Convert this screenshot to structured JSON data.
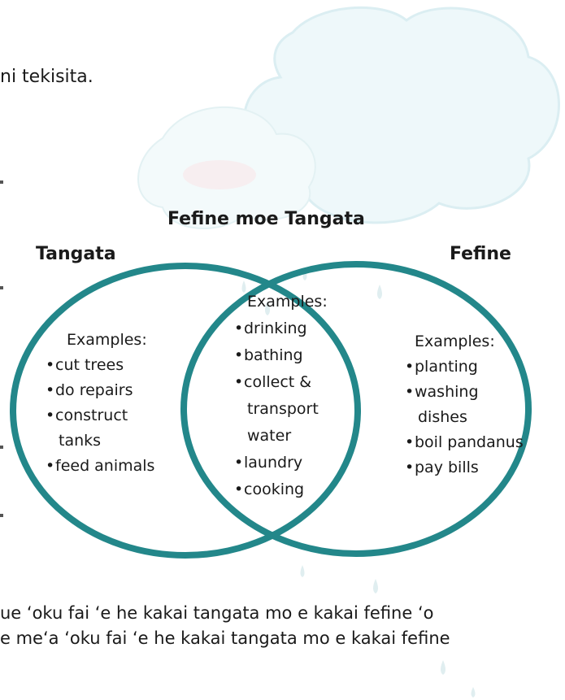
{
  "top_text": "ni tekisita.",
  "diagram": {
    "title": "Fefine moe Tangata",
    "left": {
      "label": "Tangata",
      "header": "Examples:",
      "items": [
        "cut trees",
        "do repairs",
        "construct",
        "tanks",
        "feed animals"
      ]
    },
    "middle": {
      "header": "Examples:",
      "items": [
        "drinking",
        "bathing",
        "collect &",
        "transport",
        "water",
        "laundry",
        "cooking"
      ]
    },
    "right": {
      "label": "Fefine",
      "header": "Examples:",
      "items": [
        "planting",
        "washing",
        "dishes",
        "boil pandanus",
        "pay bills"
      ]
    },
    "bullet": "•",
    "circle_color": "#23878a"
  },
  "bottom_text": {
    "line1": "ue ʻoku fai ʻe he kakai tangata mo e kakai fefine ʻo",
    "line2": "e meʻa ʻoku fai ʻe he kakai tangata mo e kakai fefine"
  },
  "background": {
    "cloud_color": "#e6f5f8",
    "rain_color": "#d7eaec"
  }
}
